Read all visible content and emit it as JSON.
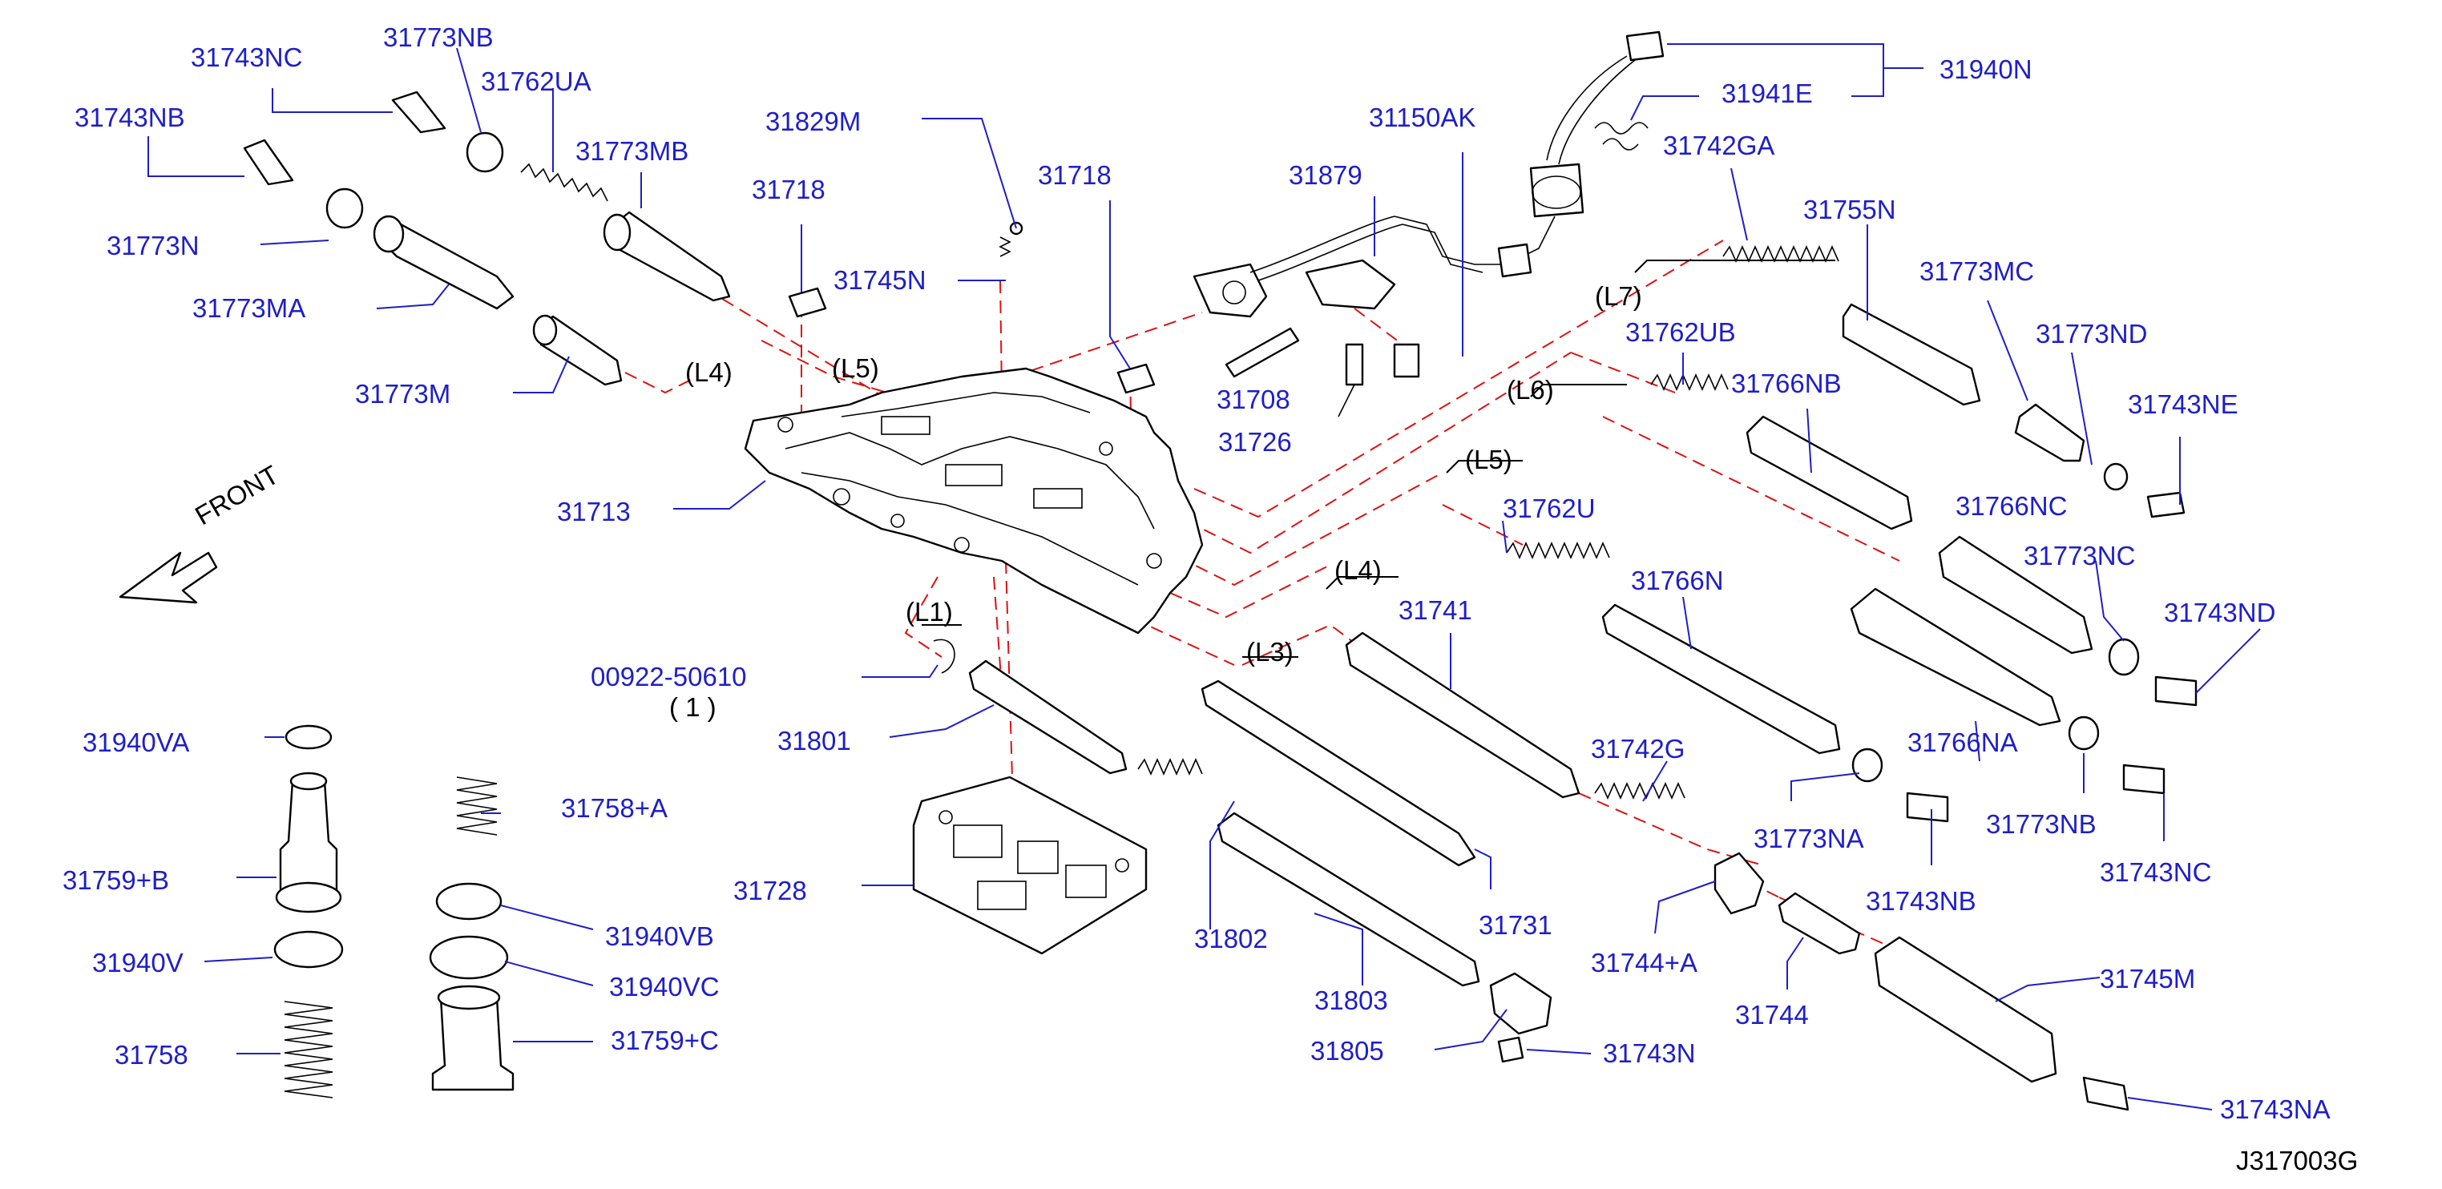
{
  "diagram": {
    "code": "J317003G",
    "front_label": "FRONT",
    "qty_note": "( 1 )",
    "part_labels": [
      "31743NC",
      "31773NB",
      "31762UA",
      "31743NB",
      "31773MB",
      "31829M",
      "31773N",
      "31718",
      "31773MA",
      "31745N",
      "31773M",
      "31713",
      "31718",
      "31879",
      "31150AK",
      "31940N",
      "31941E",
      "31742GA",
      "31755N",
      "31773MC",
      "31762UB",
      "31773ND",
      "31766NB",
      "31743NE",
      "31708",
      "31726",
      "31766NC",
      "31773NC",
      "31762U",
      "31743ND",
      "31766N",
      "31741",
      "00922-50610",
      "31801",
      "31940VA",
      "31758+A",
      "31759+B",
      "31728",
      "31802",
      "31742G",
      "31766NA",
      "31773NA",
      "31773NB",
      "31743NB",
      "31743NC",
      "31731",
      "31940VB",
      "31940V",
      "31940VC",
      "31803",
      "31744+A",
      "31744",
      "31745M",
      "31758",
      "31759+C",
      "31805",
      "31743N",
      "31743NA"
    ],
    "line_labels": [
      "(L4)",
      "(L5)",
      "(L7)",
      "(L6)",
      "(L5)",
      "(L4)",
      "(L1)",
      "(L3)"
    ]
  }
}
